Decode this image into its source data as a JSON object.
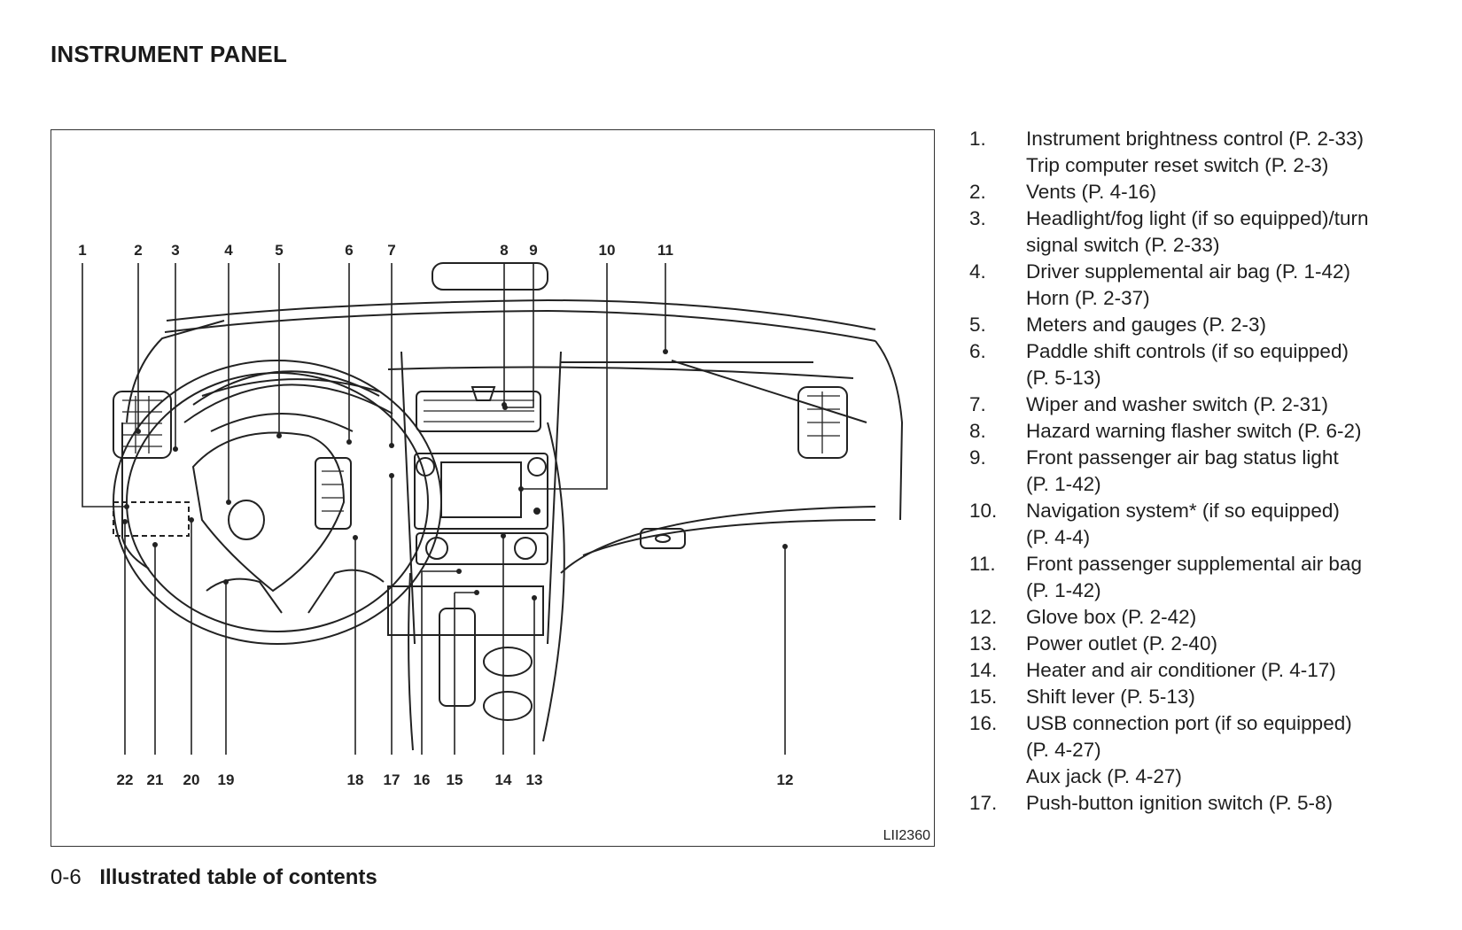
{
  "section_title": "INSTRUMENT PANEL",
  "figure": {
    "id_label": "LII2360",
    "callouts_top": [
      "1",
      "2",
      "3",
      "4",
      "5",
      "6",
      "7",
      "8",
      "9",
      "10",
      "11"
    ],
    "callouts_bottom": [
      "22",
      "21",
      "20",
      "19",
      "18",
      "17",
      "16",
      "15",
      "14",
      "13",
      "12"
    ]
  },
  "legend": [
    {
      "num": "1.",
      "lines": [
        "Instrument brightness control (P. 2-33)",
        "Trip computer reset switch (P. 2-3)"
      ]
    },
    {
      "num": "2.",
      "lines": [
        "Vents (P. 4-16)"
      ]
    },
    {
      "num": "3.",
      "lines": [
        "Headlight/fog light (if so equipped)/turn",
        "signal switch (P. 2-33)"
      ]
    },
    {
      "num": "4.",
      "lines": [
        "Driver supplemental air bag (P. 1-42)",
        "Horn (P. 2-37)"
      ]
    },
    {
      "num": "5.",
      "lines": [
        "Meters and gauges (P. 2-3)"
      ]
    },
    {
      "num": "6.",
      "lines": [
        "Paddle shift controls (if so equipped)",
        "(P. 5-13)"
      ]
    },
    {
      "num": "7.",
      "lines": [
        "Wiper and washer switch (P. 2-31)"
      ]
    },
    {
      "num": "8.",
      "lines": [
        "Hazard warning flasher switch (P. 6-2)"
      ]
    },
    {
      "num": "9.",
      "lines": [
        "Front passenger air bag status light",
        "(P. 1-42)"
      ]
    },
    {
      "num": "10.",
      "lines": [
        "Navigation system* (if so equipped)",
        "(P. 4-4)"
      ]
    },
    {
      "num": "11.",
      "lines": [
        "Front passenger supplemental air bag",
        "(P. 1-42)"
      ]
    },
    {
      "num": "12.",
      "lines": [
        "Glove box (P. 2-42)"
      ]
    },
    {
      "num": "13.",
      "lines": [
        "Power outlet (P. 2-40)"
      ]
    },
    {
      "num": "14.",
      "lines": [
        "Heater and air conditioner (P. 4-17)"
      ]
    },
    {
      "num": "15.",
      "lines": [
        "Shift lever (P. 5-13)"
      ]
    },
    {
      "num": "16.",
      "lines": [
        "USB connection port (if so equipped)",
        "(P. 4-27)",
        "Aux jack (P. 4-27)"
      ]
    },
    {
      "num": "17.",
      "lines": [
        "Push-button ignition switch (P. 5-8)"
      ]
    }
  ],
  "footer": {
    "page_number": "0-6",
    "chapter_title": "Illustrated table of contents"
  }
}
